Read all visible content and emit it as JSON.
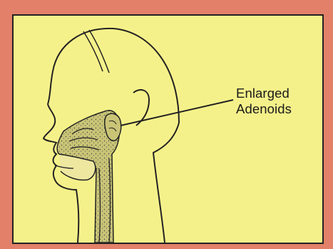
{
  "diagram": {
    "label_line1": "Enlarged",
    "label_line2": "Adenoids"
  },
  "colors": {
    "frame": "#E2806A",
    "panel": "#F5F18A",
    "ink": "#222222",
    "tissue": "#C9C476"
  },
  "icons": {
    "figure": "head-profile-cross-section"
  }
}
